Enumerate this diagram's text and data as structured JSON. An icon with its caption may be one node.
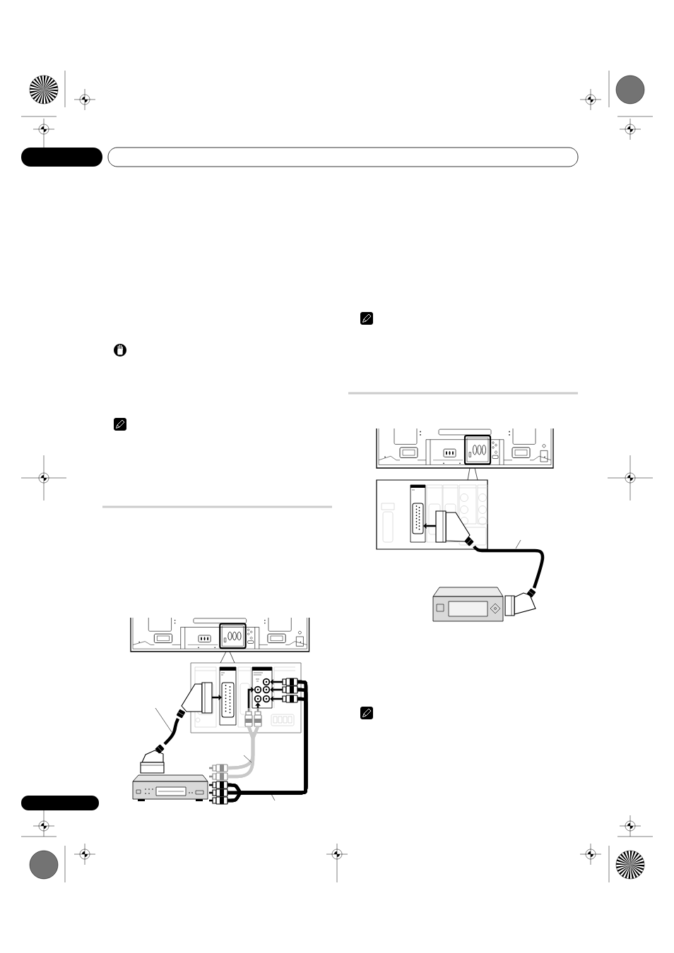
{
  "diagram": {
    "nodes": [
      {
        "text": [],
        "shape": "picture"
      },
      {
        "text": [],
        "shape": "picture"
      },
      {
        "text": [],
        "shape": "picture",
        "in": 1
      },
      {
        "text": [],
        "shape": "circle",
        "in": 1
      },
      {
        "text": [],
        "shape": "circle",
        "in": 1
      },
      {
        "text": [],
        "shape": "circle",
        "in": 1
      },
      {
        "text": [],
        "shape": "circle",
        "in": 1
      },
      {
        "text": [],
        "shape": "circle",
        "in": 1
      },
      {
        "text": [],
        "shape": "picture"
      },
      {
        "text": [],
        "shape": "picture",
        "in": 1
      },
      {
        "text": [],
        "shape": "picture",
        "in": 1
      },
      {
        "text": [],
        "shape": "picture",
        "in": 1
      },
      {
        "text": [],
        "shape": "picture",
        "in": 1
      },
      {
        "text": [],
        "shape": "picture",
        "in": 1
      },
      {
        "text": [],
        "shape": "picture"
      },
      {
        "text": [],
        "shape": "picture"
      },
      {
        "text": [],
        "shape": "picture"
      },
      {
        "text": [],
        "shape": "picture"
      },
      {
        "text": [],
        "shape": "picture"
      },
      {
        "text": [],
        "shape": "picture"
      },
      {
        "text": [],
        "shape": "picture"
      },
      {
        "text": [],
        "shape": "picture"
      },
      {
        "text": [],
        "shape": "picture"
      },
      {
        "text": [],
        "shape": "picture",
        "in": 22
      },
      {
        "text": [],
        "shape": "picture",
        "in": 22
      },
      {
        "text": [],
        "shape": "picture"
      },
      {
        "text": [],
        "shape": "picture"
      }
    ],
    "edges": [
      {
        "from": 0,
        "to": 1,
        "arrow": "none"
      },
      {
        "from": 0,
        "to": 1,
        "arrow": "none"
      },
      {
        "from": 14,
        "to": 8,
        "arrow": "none"
      },
      {
        "from": 15,
        "to": 12,
        "arrow": "none",
        "color": "#c8c8c8"
      },
      {
        "from": 15,
        "to": 13,
        "arrow": "none",
        "color": "#c8c8c8"
      },
      {
        "from": 16,
        "to": 12,
        "arrow": "none",
        "color": "#c8c8c8"
      },
      {
        "from": 16,
        "to": 13,
        "arrow": "none",
        "color": "#c8c8c8"
      },
      {
        "from": 18,
        "to": 9,
        "arrow": "none"
      },
      {
        "from": 18,
        "to": 10,
        "arrow": "none"
      },
      {
        "from": 18,
        "to": 11,
        "arrow": "none"
      },
      {
        "from": 19,
        "to": 9,
        "arrow": "none"
      },
      {
        "from": 19,
        "to": 10,
        "arrow": "none"
      },
      {
        "from": 19,
        "to": 11,
        "arrow": "none"
      },
      {
        "from": 20,
        "to": 9,
        "arrow": "none"
      },
      {
        "from": 20,
        "to": 10,
        "arrow": "none"
      },
      {
        "from": 20,
        "to": 11,
        "arrow": "none"
      },
      {
        "from": 8,
        "to": 2,
        "arrow": "to"
      },
      {
        "from": 9,
        "to": 3,
        "arrow": "to"
      },
      {
        "from": 10,
        "to": 5,
        "arrow": "to"
      },
      {
        "from": 11,
        "to": 7,
        "arrow": "to"
      },
      {
        "from": 12,
        "to": 4,
        "arrow": "to"
      },
      {
        "from": 13,
        "to": 6,
        "arrow": "to"
      },
      {
        "from": 21,
        "to": 22,
        "arrow": "none"
      },
      {
        "from": 21,
        "to": 22,
        "arrow": "none"
      },
      {
        "from": 26,
        "to": 24,
        "arrow": "none"
      },
      {
        "from": 24,
        "to": 23,
        "arrow": "to"
      }
    ]
  }
}
